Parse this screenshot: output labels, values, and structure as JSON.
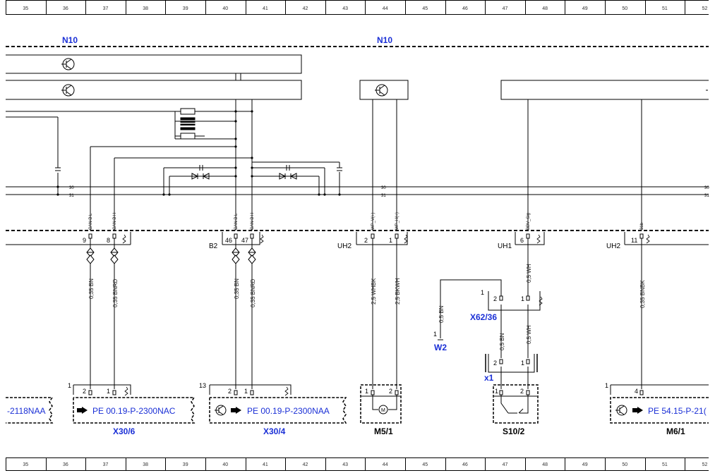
{
  "ruler": {
    "numbers": [
      "35",
      "36",
      "37",
      "38",
      "39",
      "40",
      "41",
      "42",
      "43",
      "44",
      "45",
      "46",
      "47",
      "48",
      "49",
      "50",
      "51",
      "52"
    ]
  },
  "modules": {
    "left": "N10",
    "right": "N10"
  },
  "bus": {
    "line_a": "30",
    "line_b": "31",
    "line_a_right": "30",
    "line_b_right": "31"
  },
  "signals": {
    "can_l_1": "CAN B L",
    "can_h_1": "CAN B H",
    "can_l_2": "CAN B L",
    "can_h_2": "CAN B H",
    "wp_v": "WP_V(+)",
    "wp_h": "WP_H(+)",
    "bbv": "BBV_Sig",
    "s31": "31b"
  },
  "connectors": {
    "b2": "B2",
    "uh2_a": "UH2",
    "uh1": "UH1",
    "uh2_b": "UH2",
    "x62_36": "X62/36",
    "x1": "x1",
    "w2": "W2"
  },
  "pins": {
    "p9": "9",
    "p8": "8",
    "p46": "46",
    "p47": "47",
    "p2a": "2",
    "p1a": "1",
    "p6": "6",
    "p11": "11",
    "x62_p2": "2",
    "x62_p1": "1",
    "x62_ref": "1",
    "x1_p2": "2",
    "x1_p1": "1",
    "w2_ref": "1",
    "c1_ref": "1",
    "c1_p2": "2",
    "c1_p1": "1",
    "c2_ref": "13",
    "c2_p2": "2",
    "c2_p1": "1",
    "m5_p1": "1",
    "m5_p2": "2",
    "s10_p1": "1",
    "s10_p2": "2",
    "m6_ref": "1",
    "m6_p4": "4"
  },
  "wires": {
    "w1": "0,35 BN",
    "w2": "0,35 BNRD",
    "w3": "0,35 BN",
    "w4": "0,35 BNRD",
    "w5": "2,5 WHBK",
    "w6": "2,5 BKWH",
    "w7": "0,5 WH",
    "w8": "0,35 BNBK",
    "w9": "0,5 BN",
    "w10": "0,5 BN",
    "w11": "0,5 WH"
  },
  "components": {
    "c0_ref": "-2118NAA",
    "c1_ref": "PE 00.19-P-2300NAC",
    "c1_name": "X30/6",
    "c2_ref": "PE 00.19-P-2300NAA",
    "c2_name": "X30/4",
    "m5_name": "M5/1",
    "s10_name": "S10/2",
    "m6_ref": "PE 54.15-P-21(",
    "m6_name": "M6/1"
  },
  "colors": {
    "link": "#1a2fd6",
    "line": "#000000"
  }
}
